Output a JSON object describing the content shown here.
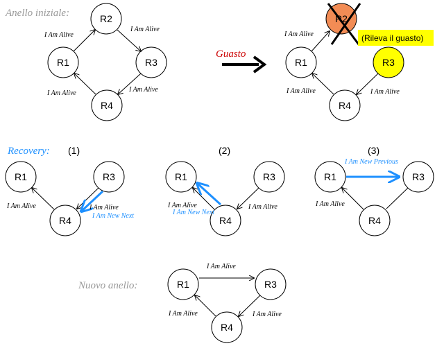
{
  "colors": {
    "grey_title": "#999999",
    "red_title": "#cc0000",
    "blue_title": "#1e90ff",
    "failed_node": "#f28c55",
    "detected_node": "#ffff00",
    "callout_bg": "#ffff00"
  },
  "initial": {
    "title": "Anello iniziale:",
    "nodes": {
      "R1": "R1",
      "R2": "R2",
      "R3": "R3",
      "R4": "R4"
    },
    "msgs": {
      "r1_r2": "I Am Alive",
      "r2_r3": "I Am Alive",
      "r3_r4": "I Am Alive",
      "r4_r1": "I Am Alive"
    }
  },
  "failure": {
    "label": "Guasto",
    "callout": "(Rileva il guasto)",
    "nodes": {
      "R1": "R1",
      "R2": "R2",
      "R3": "R3",
      "R4": "R4"
    },
    "msgs": {
      "r1_r2": "I Am Alive",
      "r3_r4": "I Am Alive",
      "r4_r1": "I Am Alive"
    }
  },
  "recovery": {
    "title": "Recovery:",
    "step1": {
      "label": "(1)",
      "nodes": {
        "R1": "R1",
        "R3": "R3",
        "R4": "R4"
      },
      "msgs": {
        "r4_r1": "I Am Alive",
        "r3_r4": "I Am Alive",
        "new_next": "I Am New Next"
      }
    },
    "step2": {
      "label": "(2)",
      "nodes": {
        "R1": "R1",
        "R3": "R3",
        "R4": "R4"
      },
      "msgs": {
        "r4_r1": "I Am Alive",
        "r3_r4": "I Am Alive",
        "new_next": "I Am New Next"
      }
    },
    "step3": {
      "label": "(3)",
      "nodes": {
        "R1": "R1",
        "R3": "R3",
        "R4": "R4"
      },
      "msgs": {
        "new_prev": "I Am New Previous",
        "r4_r1": "I Am Alive"
      }
    }
  },
  "new_ring": {
    "title": "Nuovo anello:",
    "nodes": {
      "R1": "R1",
      "R3": "R3",
      "R4": "R4"
    },
    "msgs": {
      "r1_r3": "I Am Alive",
      "r4_r1": "I Am Alive",
      "r3_r4": "I Am Alive"
    }
  }
}
